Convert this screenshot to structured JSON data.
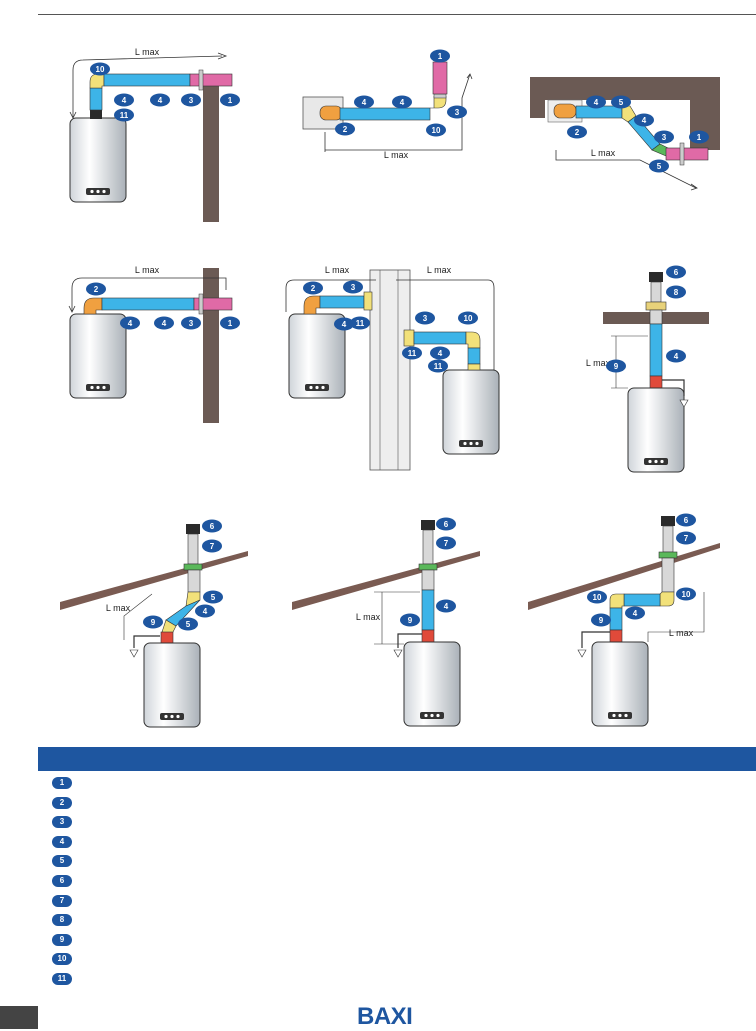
{
  "dimension_label": "L max",
  "legend_numbers": [
    "1",
    "2",
    "3",
    "4",
    "5",
    "6",
    "7",
    "8",
    "9",
    "10",
    "11"
  ],
  "brand": "BAXI",
  "colors": {
    "accent": "#1e56a0",
    "pipe_blue": "#3db4e8",
    "pipe_pink": "#e06aa6",
    "elbow_yellow": "#f2e17a",
    "elbow_orange": "#f0a040",
    "wall_brown": "#6b5a54",
    "roof_brown": "#7a5b52"
  }
}
